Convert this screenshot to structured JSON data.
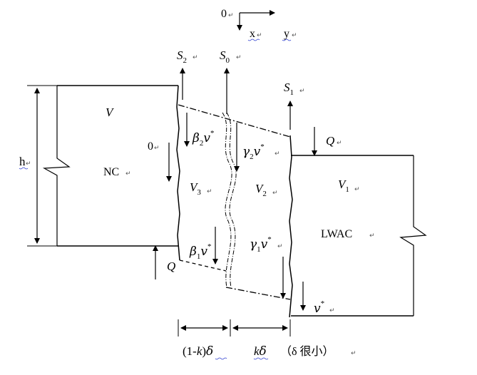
{
  "diagram": {
    "axes": {
      "origin": "0",
      "x": "x",
      "y": "y"
    },
    "forces": {
      "s2": {
        "base": "S",
        "sub": "2"
      },
      "s0": {
        "base": "S",
        "sub": "0"
      },
      "s1": {
        "base": "S",
        "sub": "1"
      }
    },
    "left_block": {
      "shear": "V",
      "material": "NC",
      "zero": "0",
      "height": "h"
    },
    "right_block": {
      "shear": "V",
      "shear_sub": "1",
      "material": "LWAC"
    },
    "loads": {
      "q_right": "Q",
      "q_left": "Q"
    },
    "middle": {
      "v3": {
        "base": "V",
        "sub": "3"
      },
      "v2": {
        "base": "V",
        "sub": "2"
      },
      "beta2": {
        "coef": "β",
        "sub": "2",
        "var": "v",
        "sup": "*"
      },
      "gamma2": {
        "coef": "γ",
        "sub": "2",
        "var": "v",
        "sup": "*"
      },
      "beta1": {
        "coef": "β",
        "sub": "1",
        "var": "v",
        "sup": "*"
      },
      "gamma1": {
        "coef": "γ",
        "sub": "1",
        "var": "v",
        "sup": "*"
      },
      "vstar": {
        "var": "v",
        "sup": "*"
      }
    },
    "dimensions": {
      "left": {
        "open": "(1-",
        "k": "k",
        "close": ")",
        "delta": "δ"
      },
      "right": {
        "k": "k",
        "delta": "δ"
      },
      "note": "（δ 很小）"
    },
    "colors": {
      "line": "#000000",
      "spellcheck_underline": "#3040d0",
      "return_mark": "#555555"
    }
  }
}
